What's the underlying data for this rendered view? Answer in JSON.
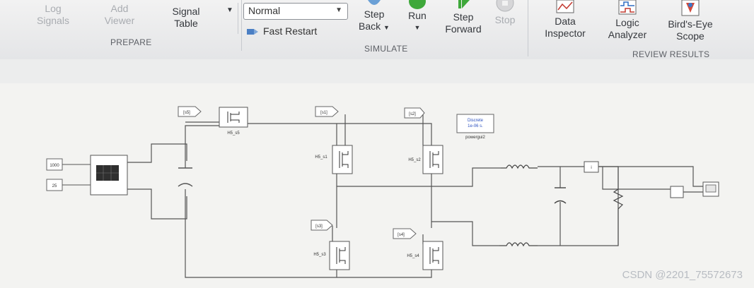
{
  "toolstrip": {
    "prepare": {
      "label": "PREPARE",
      "log_signals": {
        "line1": "Log",
        "line2": "Signals"
      },
      "add_viewer": {
        "line1": "Add",
        "line2": "Viewer"
      },
      "signal_table": {
        "line1": "Signal",
        "line2": "Table"
      }
    },
    "simulate": {
      "label": "SIMULATE",
      "sim_mode": "Normal",
      "fast_restart": "Fast Restart",
      "step_back": {
        "line1": "Step",
        "line2": "Back"
      },
      "run": "Run",
      "step_forward": {
        "line1": "Step",
        "line2": "Forward"
      },
      "stop": "Stop"
    },
    "review": {
      "label": "REVIEW RESULTS",
      "data_inspector": {
        "line1": "Data",
        "line2": "Inspector"
      },
      "logic_analyzer": {
        "line1": "Logic",
        "line2": "Analyzer"
      },
      "birds_eye": {
        "line1": "Bird's-Eye",
        "line2": "Scope"
      }
    }
  },
  "model": {
    "const_irradiance": "1000",
    "const_temperature": "25",
    "goto_s5": "[s5]",
    "goto_s1": "[s1]",
    "goto_s2": "[s2]",
    "goto_s3": "[s3]",
    "goto_s4": "[s4]",
    "switch_s5": "H5_s5",
    "switch_s1": "H5_s1",
    "switch_s2": "H5_s2",
    "switch_s3": "H5_s3",
    "switch_s4": "H5_s4",
    "powergui_mode": "Discrete",
    "powergui_ts": "1e-06 s.",
    "powergui_name": "powergui2"
  },
  "watermark": "CSDN @2201_75572673"
}
